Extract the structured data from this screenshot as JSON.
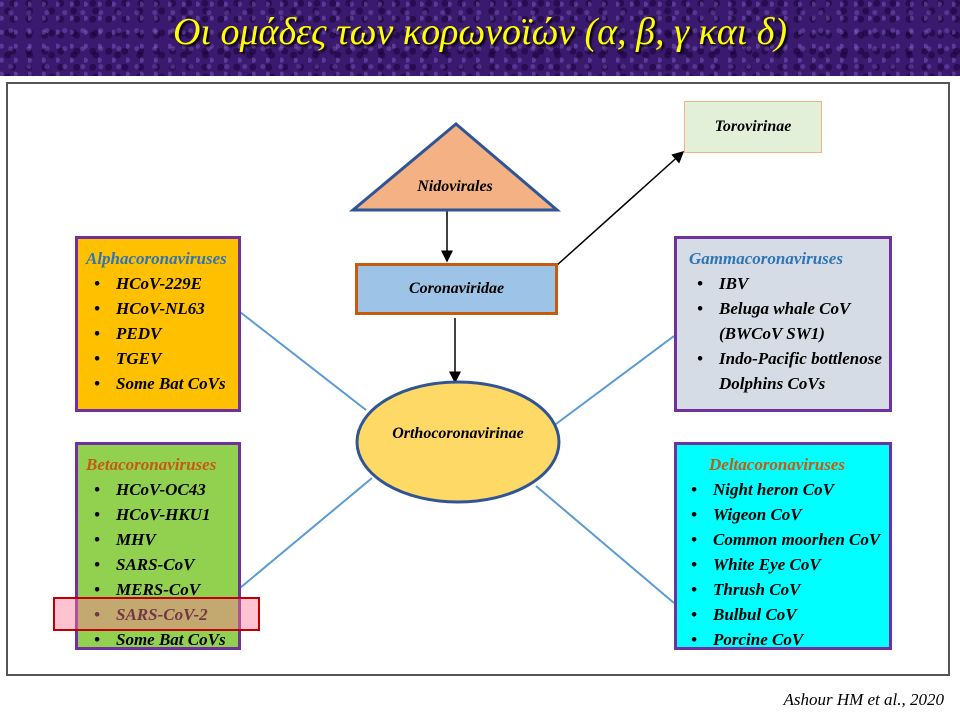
{
  "slide": {
    "title": "Οι ομάδες των κορωνοϊών (α, β, γ και δ)",
    "citation": "Ashour HM et al., 2020"
  },
  "diagram": {
    "nidovirales": "Nidovirales",
    "coronaviridae": "Coronaviridae",
    "torovirinae": "Torovirinae",
    "orthocoronavirinae": "Orthocoronavirinae",
    "alpha": {
      "heading": "Alphacoronaviruses",
      "items": [
        "HCoV-229E",
        "HCoV-NL63",
        "PEDV",
        "TGEV",
        "Some Bat CoVs"
      ]
    },
    "beta": {
      "heading": "Betacoronaviruses",
      "items": [
        "HCoV-OC43",
        "HCoV-HKU1",
        "MHV",
        "SARS-CoV",
        "MERS-CoV",
        "SARS-CoV-2",
        "Some Bat CoVs"
      ]
    },
    "gamma": {
      "heading": "Gammacoronaviruses",
      "items": [
        "IBV",
        "Beluga whale CoV",
        "(BWCoV SW1)",
        "Indo-Pacific bottlenose",
        "Dolphins CoVs"
      ]
    },
    "delta": {
      "heading": "Deltacoronaviruses",
      "items": [
        "Night heron CoV",
        "Wigeon CoV",
        "Common moorhen CoV",
        "White Eye CoV",
        "Thrush CoV",
        "Bulbul CoV",
        "Porcine CoV"
      ]
    },
    "bullet": "•"
  },
  "colors": {
    "banner_bg": "#3a1a6e",
    "title": "#ffff00",
    "alpha_fill": "#ffc000",
    "beta_fill": "#92d050",
    "gamma_fill": "#d6dce5",
    "delta_fill": "#00ffff",
    "box_border": "#7030a0",
    "connector": "#5b9bd5",
    "nidovirales_fill": "#f4b183",
    "nidovirales_border": "#2f5597",
    "ellipse_fill": "#ffd966",
    "ellipse_border": "#2f5597",
    "highlight": "#c00000"
  }
}
